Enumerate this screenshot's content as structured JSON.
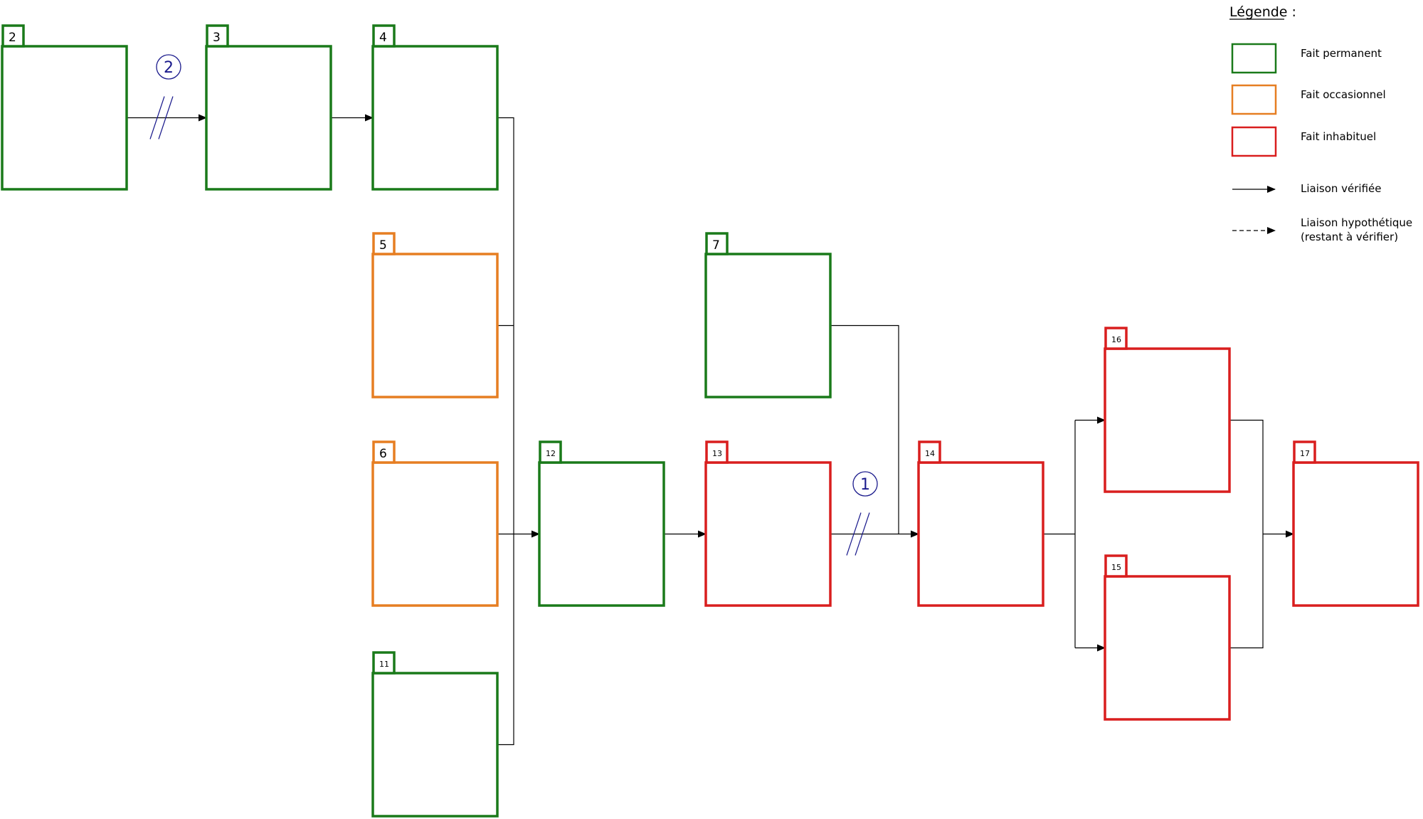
{
  "legend": {
    "title": "Légende :",
    "items": [
      {
        "kind": "box",
        "color_key": "permanent",
        "label": "Fait permanent"
      },
      {
        "kind": "box",
        "color_key": "occasionnel",
        "label": "Fait occasionnel"
      },
      {
        "kind": "box",
        "color_key": "inhabituel",
        "label": "Fait inhabituel"
      },
      {
        "kind": "solid-arrow",
        "label": "Liaison vérifiée"
      },
      {
        "kind": "dashed-arrow",
        "label_lines": [
          "Liaison hypothétique",
          "(restant à vérifier)"
        ]
      }
    ]
  },
  "colors": {
    "permanent": "#1a7a1a",
    "occasionnel": "#e67e22",
    "inhabituel": "#d91e1e",
    "link": "#000000",
    "break_marker": "#1a1a8c"
  },
  "nodes": [
    {
      "id": "2",
      "category": "permanent"
    },
    {
      "id": "3",
      "category": "permanent"
    },
    {
      "id": "4",
      "category": "permanent"
    },
    {
      "id": "5",
      "category": "occasionnel"
    },
    {
      "id": "6",
      "category": "occasionnel"
    },
    {
      "id": "7",
      "category": "permanent"
    },
    {
      "id": "11",
      "category": "permanent"
    },
    {
      "id": "12",
      "category": "permanent"
    },
    {
      "id": "13",
      "category": "inhabituel"
    },
    {
      "id": "14",
      "category": "inhabituel"
    },
    {
      "id": "15",
      "category": "inhabituel"
    },
    {
      "id": "16",
      "category": "inhabituel"
    },
    {
      "id": "17",
      "category": "inhabituel"
    }
  ],
  "links": [
    {
      "from": "2",
      "to": "3",
      "type": "verified",
      "break_marker": "2"
    },
    {
      "from": "3",
      "to": "4",
      "type": "verified"
    },
    {
      "from": "4",
      "to": "12",
      "type": "verified"
    },
    {
      "from": "5",
      "to": "12",
      "type": "verified"
    },
    {
      "from": "6",
      "to": "12",
      "type": "verified"
    },
    {
      "from": "11",
      "to": "12",
      "type": "verified"
    },
    {
      "from": "12",
      "to": "13",
      "type": "verified"
    },
    {
      "from": "13",
      "to": "14",
      "type": "verified",
      "break_marker": "1"
    },
    {
      "from": "7",
      "to": "14",
      "type": "verified"
    },
    {
      "from": "14",
      "to": "16",
      "type": "verified"
    },
    {
      "from": "14",
      "to": "15",
      "type": "verified"
    },
    {
      "from": "16",
      "to": "17",
      "type": "verified"
    },
    {
      "from": "15",
      "to": "17",
      "type": "verified"
    }
  ]
}
